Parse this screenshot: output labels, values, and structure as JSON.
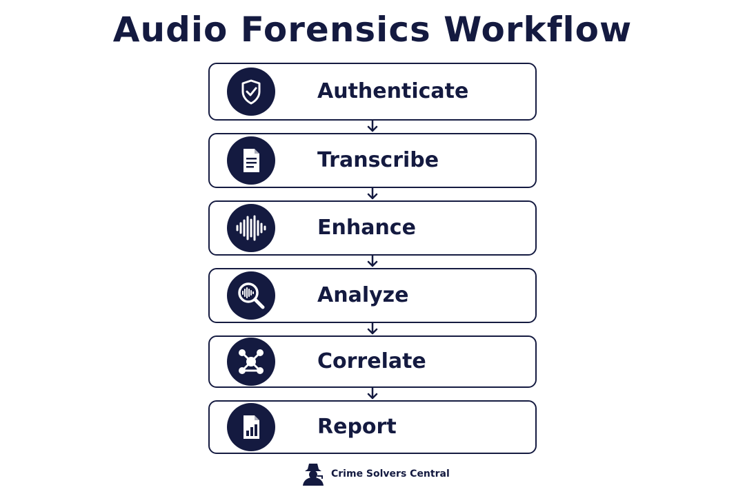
{
  "title": "Audio Forensics Workflow",
  "accent_color": "#141a40",
  "steps": [
    {
      "label": "Authenticate",
      "icon": "shield-check-icon"
    },
    {
      "label": "Transcribe",
      "icon": "document-icon"
    },
    {
      "label": "Enhance",
      "icon": "waveform-icon"
    },
    {
      "label": "Analyze",
      "icon": "magnifier-waveform-icon"
    },
    {
      "label": "Correlate",
      "icon": "network-nodes-icon"
    },
    {
      "label": "Report",
      "icon": "report-chart-icon"
    }
  ],
  "footer": {
    "brand": "Crime Solvers Central",
    "logo": "detective-icon"
  }
}
